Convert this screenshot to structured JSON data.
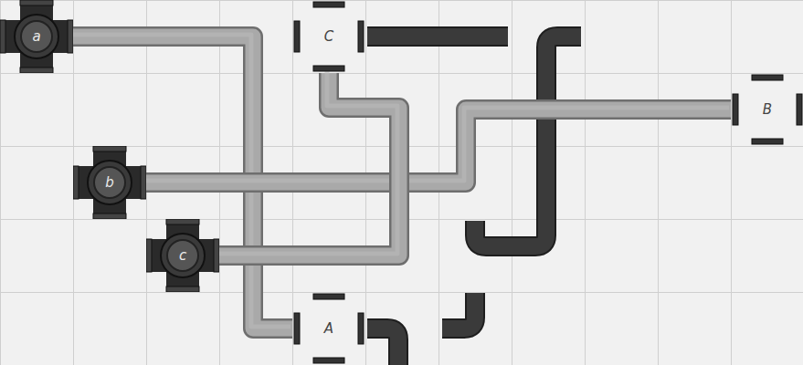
{
  "diagram": {
    "nodes": [
      {
        "text": [
          "a"
        ]
      },
      {
        "text": [
          "C"
        ]
      },
      {
        "text": [
          "B"
        ]
      },
      {
        "text": [
          "b"
        ]
      },
      {
        "text": [
          "c"
        ]
      },
      {
        "text": [
          "A"
        ]
      }
    ],
    "edges": [
      {
        "from": 0,
        "to": 5,
        "arrow": "none"
      },
      {
        "from": 3,
        "to": 2,
        "arrow": "none"
      },
      {
        "from": 4,
        "to": 1,
        "arrow": "none"
      }
    ]
  }
}
